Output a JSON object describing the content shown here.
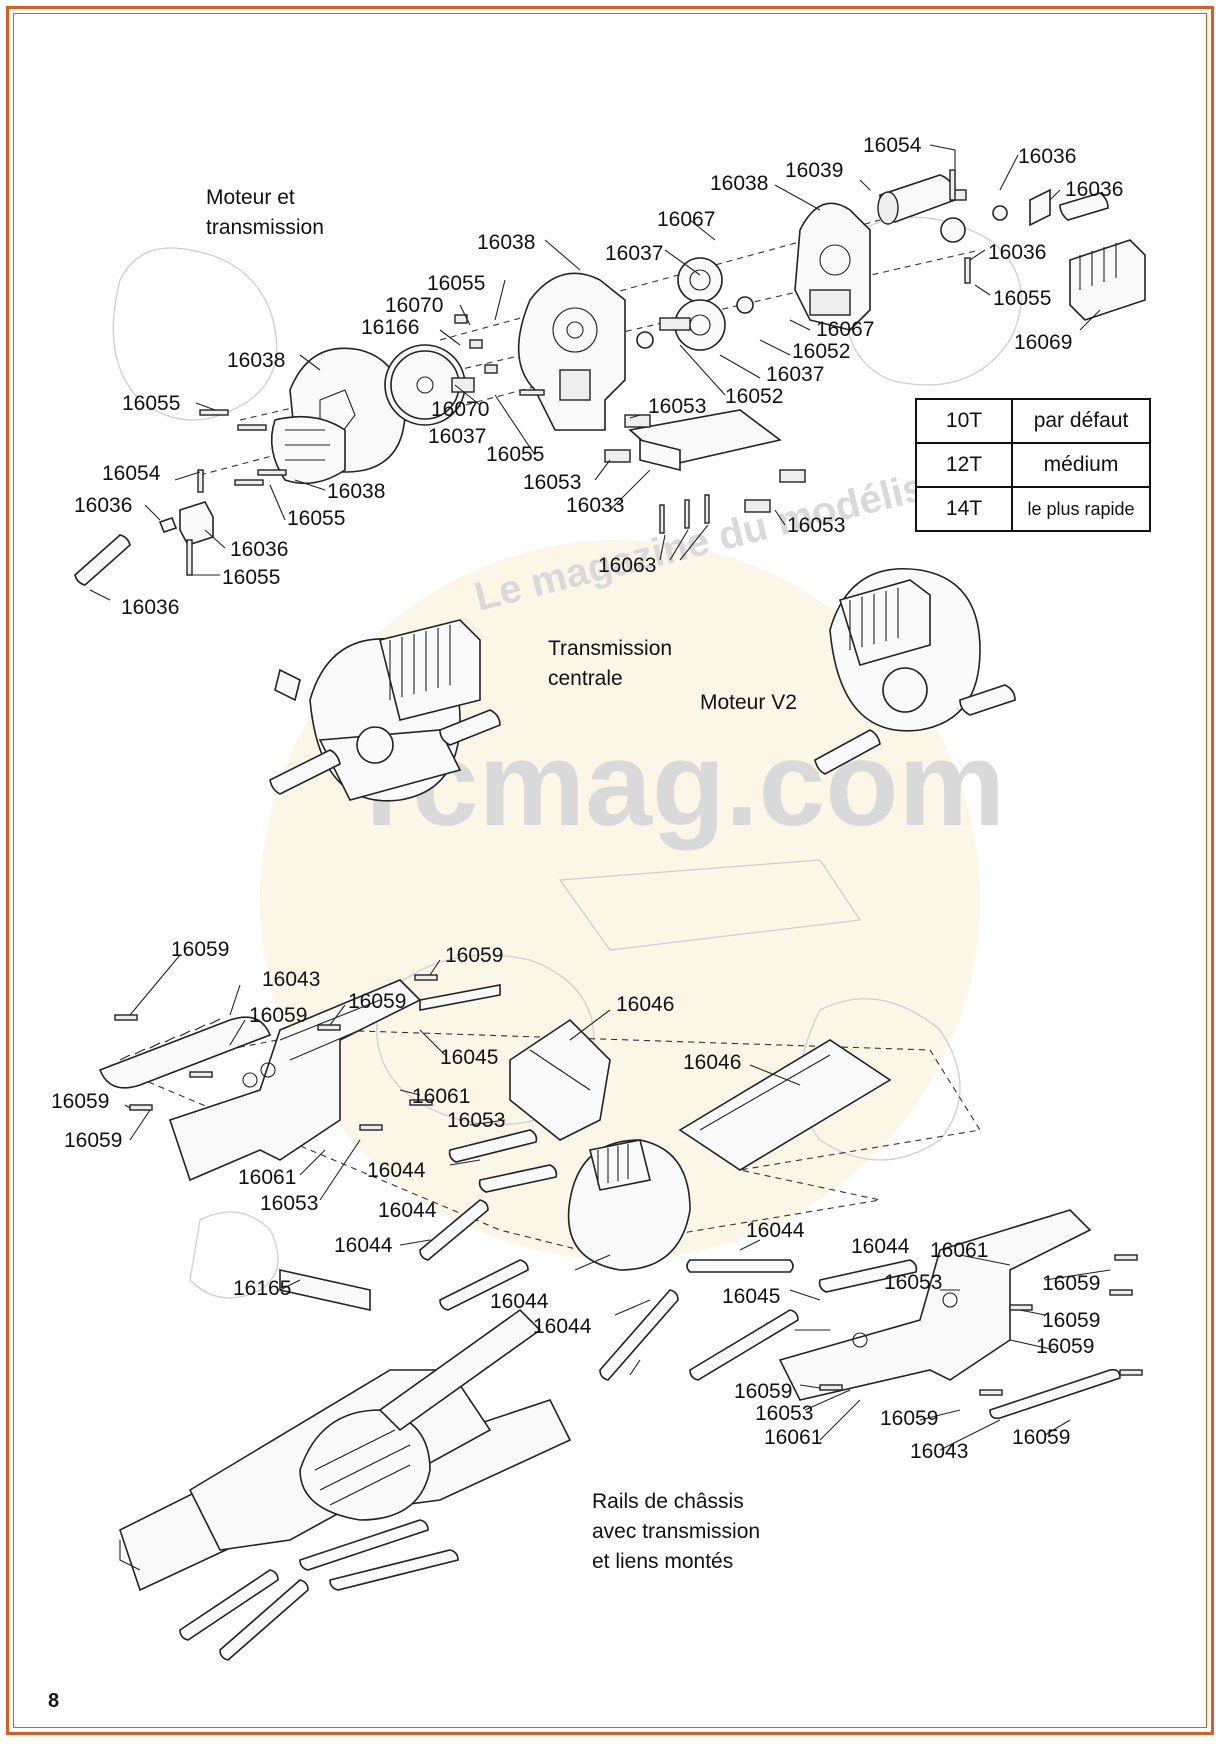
{
  "sections": {
    "motor": [
      "Moteur et",
      "transmission"
    ],
    "central": [
      "Transmission",
      "centrale"
    ],
    "motor_v2": "Moteur V2",
    "rails": [
      "Rails de châssis",
      "avec transmission",
      "et liens montés"
    ]
  },
  "watermark": {
    "site": "rcmag.com",
    "arc": "Le magazine du modélisme"
  },
  "gear_table": [
    {
      "teeth": "10T",
      "label": "par défaut"
    },
    {
      "teeth": "12T",
      "label": "médium"
    },
    {
      "teeth": "14T",
      "label": "le plus rapide"
    }
  ],
  "labels": [
    "16054",
    "16036",
    "16039",
    "16038",
    "16036",
    "16067",
    "16036",
    "16037",
    "16038",
    "16055",
    "16067",
    "16055",
    "16070",
    "16069",
    "16166",
    "16052",
    "16037",
    "16038",
    "16052",
    "16070",
    "16055",
    "16053",
    "16037",
    "16055",
    "16038",
    "16033",
    "16054",
    "16036",
    "16055",
    "16053",
    "16053",
    "16055",
    "16036",
    "16063",
    "16036",
    "16059",
    "16059",
    "16043",
    "16059",
    "16059",
    "16046",
    "16045",
    "16046",
    "16061",
    "16059",
    "16053",
    "16059",
    "16044",
    "16061",
    "16053",
    "16044",
    "16044",
    "16044",
    "16061",
    "16044",
    "16053",
    "16059",
    "16165",
    "16045",
    "16059",
    "16044",
    "16044",
    "16059",
    "16059",
    "16053",
    "16059",
    "16061",
    "16043",
    "16059"
  ],
  "page_number": "8"
}
